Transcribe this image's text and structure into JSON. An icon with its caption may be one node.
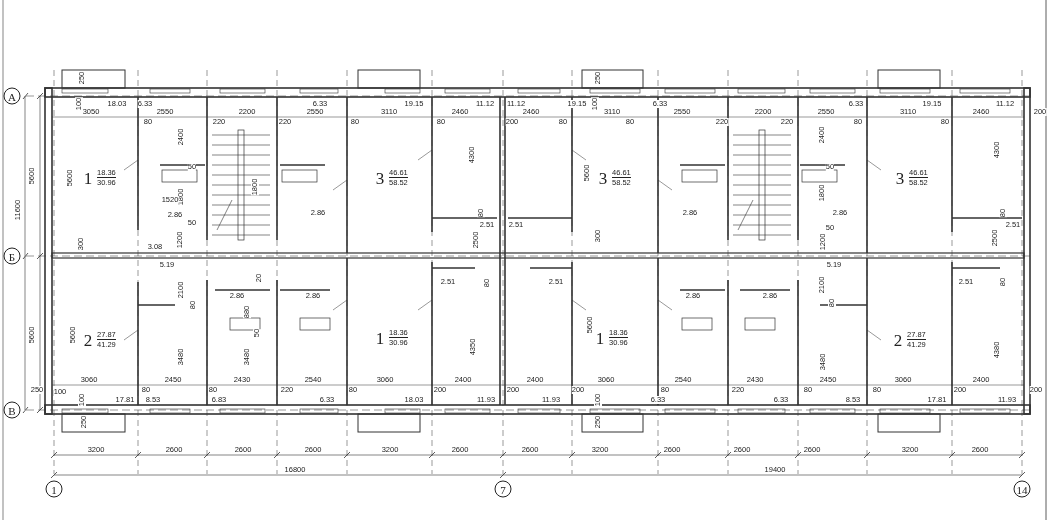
{
  "diagram": {
    "nodes": [
      {
        "text": [
          "А"
        ]
      },
      {
        "text": [
          "Б"
        ]
      },
      {
        "text": [
          "В"
        ]
      },
      {
        "text": [
          "1"
        ]
      },
      {
        "text": [
          "7"
        ]
      },
      {
        "text": [
          "14"
        ]
      }
    ],
    "labels": [
      "250",
      "250",
      "100",
      "18.03",
      "6.33",
      "6.33",
      "19.15",
      "11.12",
      "11.12",
      "19.15",
      "100",
      "6.33",
      "6.33",
      "19.15",
      "11.12",
      "3050",
      "2550",
      "2200",
      "2550",
      "3110",
      "2460",
      "2460",
      "3110",
      "2550",
      "2200",
      "2550",
      "3110",
      "2460",
      "200",
      "80",
      "220",
      "220",
      "80",
      "80",
      "200",
      "80",
      "80",
      "220",
      "220",
      "80",
      "80",
      "2400",
      "2400",
      "4300",
      "4300",
      "5600",
      "11600",
      "50",
      "50",
      "5600",
      "1",
      "18.36",
      "30.96",
      "1800",
      "1800",
      "1800",
      "3",
      "46.61",
      "58.52",
      "5600",
      "3",
      "46.61",
      "58.52",
      "3",
      "46.61",
      "58.52",
      "1520",
      "2.86",
      "2.86",
      "2.86",
      "2.86",
      "80",
      "80",
      "50",
      "50",
      "2.51",
      "2.51",
      "2.51",
      "300",
      "1200",
      "1200",
      "3.08",
      "2500",
      "300",
      "2500",
      "5.19",
      "5.19",
      "20",
      "2100",
      "2100",
      "2.51",
      "2.51",
      "2.51",
      "80",
      "80",
      "2.86",
      "2.86",
      "2.86",
      "2.86",
      "80",
      "80",
      "880",
      "50",
      "5600",
      "5600",
      "2",
      "27.87",
      "41.29",
      "1",
      "18.36",
      "30.96",
      "5600",
      "1",
      "18.36",
      "30.96",
      "2",
      "27.87",
      "41.29",
      "4350",
      "4380",
      "3480",
      "3480",
      "3480",
      "3060",
      "2450",
      "2430",
      "2540",
      "3060",
      "2400",
      "2400",
      "3060",
      "2540",
      "2430",
      "2450",
      "3060",
      "2400",
      "250",
      "100",
      "80",
      "80",
      "220",
      "80",
      "200",
      "200",
      "200",
      "80",
      "220",
      "80",
      "80",
      "200",
      "200",
      "100",
      "17.81",
      "8.53",
      "6.83",
      "6.33",
      "18.03",
      "11.93",
      "11.93",
      "100",
      "6.33",
      "6.33",
      "8.53",
      "17.81",
      "11.93",
      "250",
      "250",
      "3200",
      "2600",
      "2600",
      "2600",
      "3200",
      "2600",
      "2600",
      "3200",
      "2600",
      "2600",
      "2600",
      "3200",
      "2600",
      "16800",
      "19400"
    ]
  }
}
